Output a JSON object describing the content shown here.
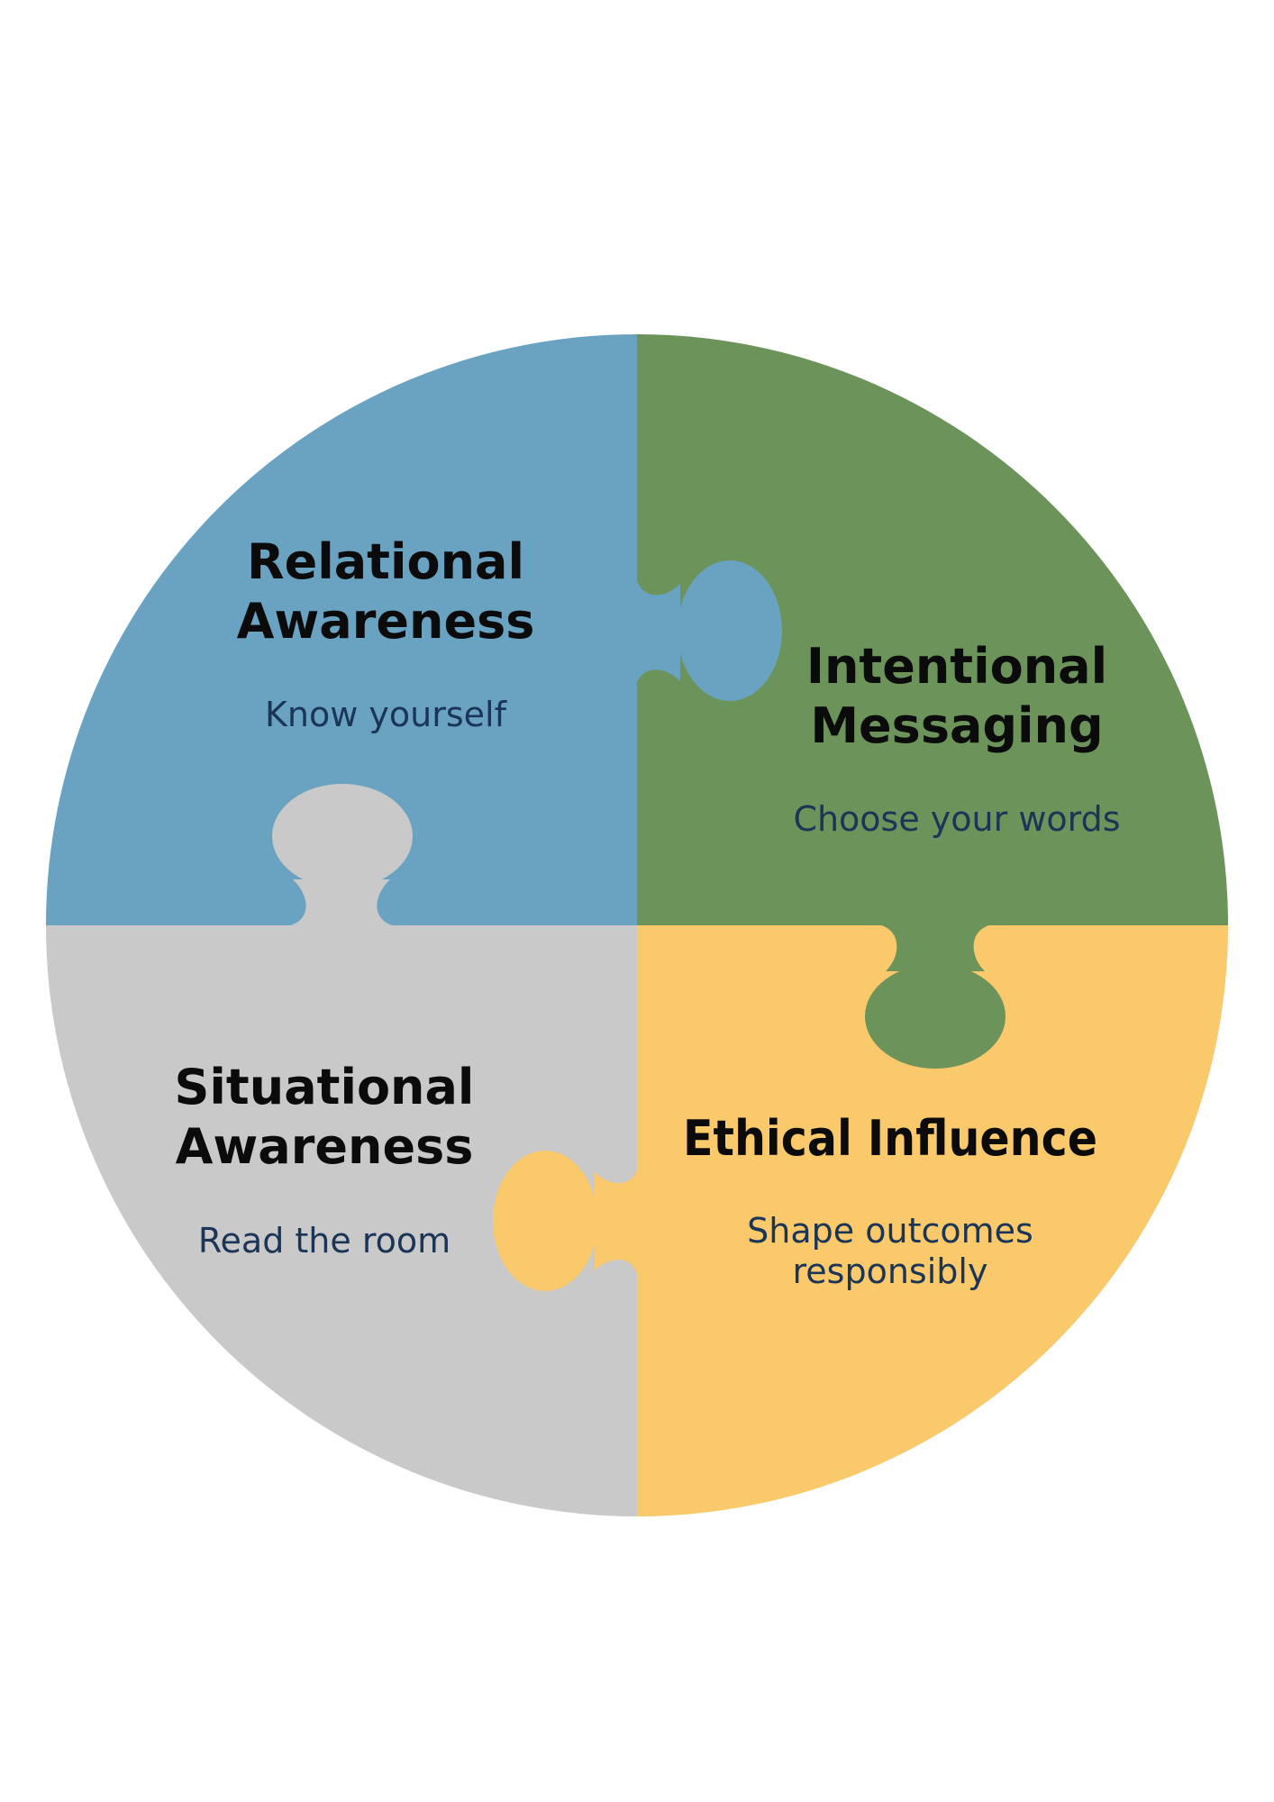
{
  "colors": {
    "relational": "#6aa3c2",
    "intentional": "#6b935a",
    "situational": "#c9c9c9",
    "ethical": "#f9c96b",
    "title_text": "#0b0b0b",
    "subtitle_text": "#1b3556"
  },
  "pieces": {
    "relational": {
      "title_line1": "Relational",
      "title_line2": "Awareness",
      "subtitle": "Know yourself"
    },
    "intentional": {
      "title_line1": "Intentional",
      "title_line2": "Messaging",
      "subtitle": "Choose your words"
    },
    "situational": {
      "title_line1": "Situational",
      "title_line2": "Awareness",
      "subtitle": "Read the room"
    },
    "ethical": {
      "title": "Ethical Influence",
      "subtitle_line1": "Shape outcomes",
      "subtitle_line2": "responsibly"
    }
  }
}
